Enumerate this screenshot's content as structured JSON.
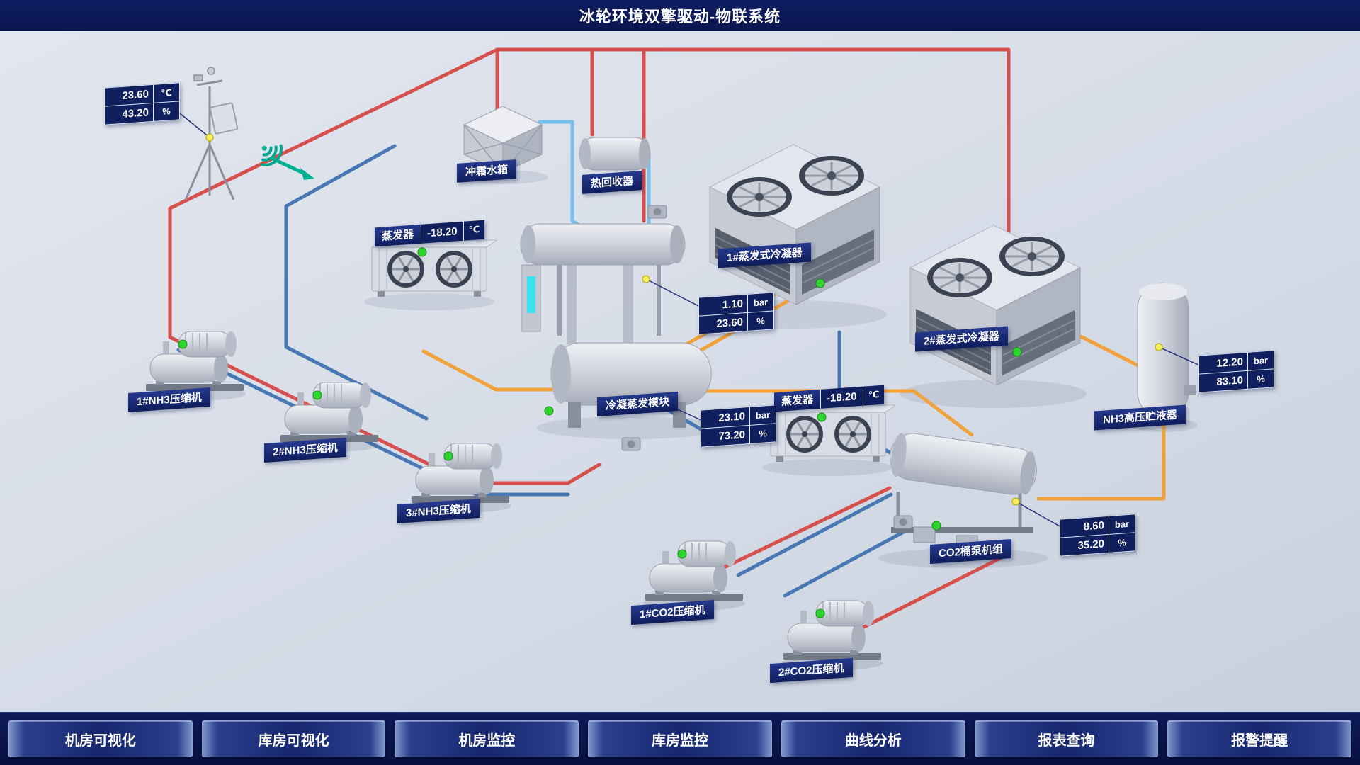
{
  "header": {
    "title": "冰轮环境双擎驱动-物联系统"
  },
  "weather": {
    "rows": [
      {
        "value": "23.60",
        "unit": "℃"
      },
      {
        "value": "43.20",
        "unit": "%"
      }
    ]
  },
  "equipment": {
    "defrost_tank": {
      "label": "冲霜水箱"
    },
    "heat_recovery": {
      "label": "热回收器"
    },
    "evaporator_left": {
      "label": "蒸发器",
      "temp": "-18.20",
      "unit": "℃"
    },
    "evaporator_right": {
      "label": "蒸发器",
      "temp": "-18.20",
      "unit": "℃"
    },
    "condenser_1": {
      "label": "1#蒸发式冷凝器"
    },
    "condenser_2": {
      "label": "2#蒸发式冷凝器"
    },
    "separator_gauge": {
      "rows": [
        {
          "value": "1.10",
          "unit": "bar"
        },
        {
          "value": "23.60",
          "unit": "%"
        }
      ]
    },
    "cond_evap_module": {
      "label": "冷凝蒸发模块",
      "gauge": {
        "rows": [
          {
            "value": "23.10",
            "unit": "bar"
          },
          {
            "value": "73.20",
            "unit": "%"
          }
        ]
      }
    },
    "nh3_receiver": {
      "label": "NH3高压贮液器",
      "gauge": {
        "rows": [
          {
            "value": "12.20",
            "unit": "bar"
          },
          {
            "value": "83.10",
            "unit": "%"
          }
        ]
      }
    },
    "co2_pump_unit": {
      "label": "CO2桶泵机组",
      "gauge": {
        "rows": [
          {
            "value": "8.60",
            "unit": "bar"
          },
          {
            "value": "35.20",
            "unit": "%"
          }
        ]
      }
    },
    "nh3_compressor_1": {
      "label": "1#NH3压缩机"
    },
    "nh3_compressor_2": {
      "label": "2#NH3压缩机"
    },
    "nh3_compressor_3": {
      "label": "3#NH3压缩机"
    },
    "co2_compressor_1": {
      "label": "1#CO2压缩机"
    },
    "co2_compressor_2": {
      "label": "2#CO2压缩机"
    }
  },
  "nav": {
    "items": [
      {
        "label": "机房可视化"
      },
      {
        "label": "库房可视化"
      },
      {
        "label": "机房监控"
      },
      {
        "label": "库房监控"
      },
      {
        "label": "曲线分析"
      },
      {
        "label": "报表查询"
      },
      {
        "label": "报警提醒"
      }
    ]
  },
  "colors": {
    "pipe_red": "#d6504e",
    "pipe_blue": "#4878b4",
    "pipe_light_blue": "#78c0ea",
    "pipe_orange": "#f0a23c",
    "status_green": "#2ed52e",
    "wifi_teal": "#00a98f",
    "panel_navy": "#13226b"
  }
}
